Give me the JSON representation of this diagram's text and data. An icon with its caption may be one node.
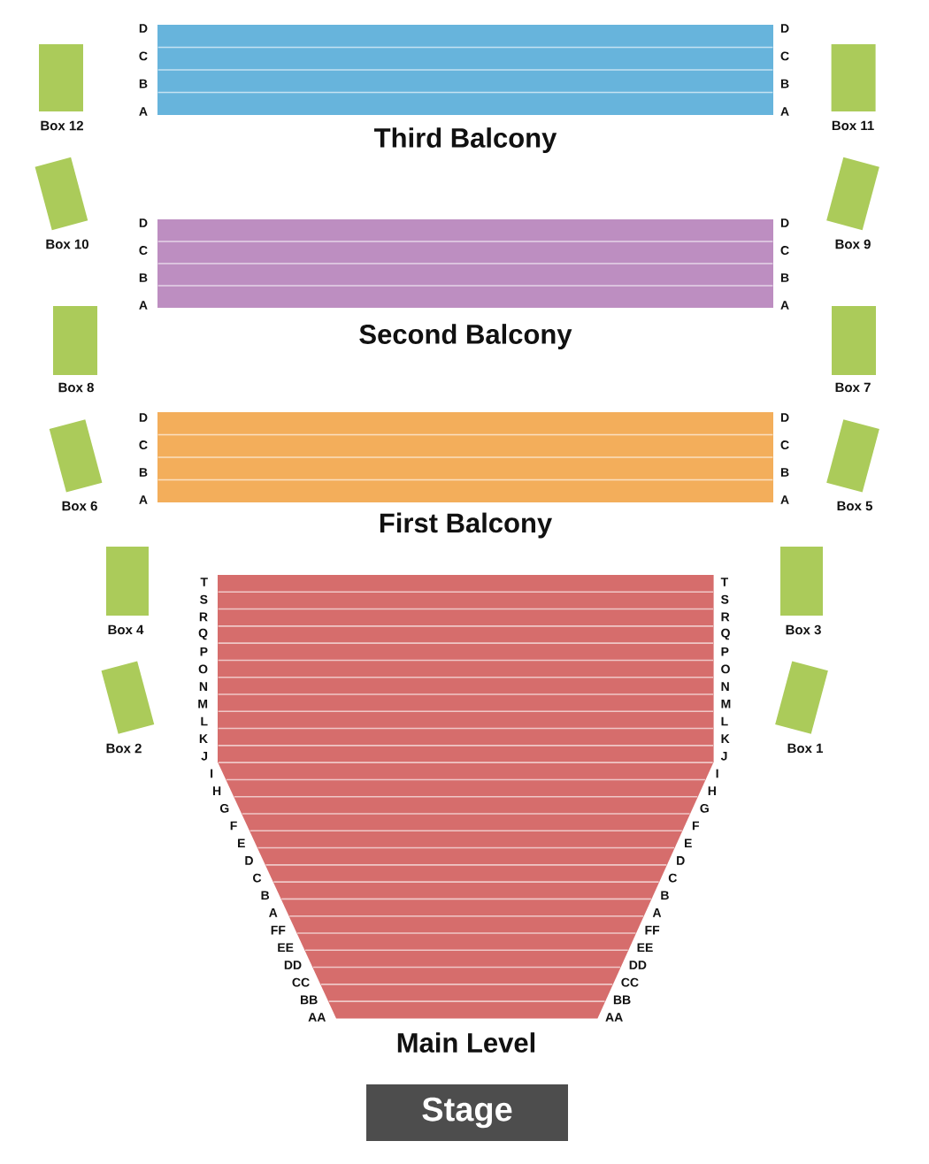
{
  "diagram": {
    "nodes": [
      {
        "text": [
          "Box 12"
        ]
      },
      {
        "text": [
          "Third Balcony"
        ],
        "beside": [
          "D",
          "C",
          "B",
          "A",
          "D",
          "C",
          "B",
          "A"
        ]
      },
      {
        "text": [
          "Box 11"
        ]
      },
      {
        "text": [
          "Box 10"
        ]
      },
      {
        "text": [
          "Box 9"
        ]
      },
      {
        "text": [
          "Second Balcony"
        ],
        "beside": [
          "D",
          "C",
          "B",
          "A",
          "D",
          "C",
          "B",
          "A"
        ]
      },
      {
        "text": [
          "Box 8"
        ]
      },
      {
        "text": [
          "Box 7"
        ]
      },
      {
        "text": [
          "Box 6"
        ]
      },
      {
        "text": [
          "First Balcony"
        ],
        "beside": [
          "D",
          "C",
          "B",
          "A",
          "D",
          "C",
          "B",
          "A"
        ]
      },
      {
        "text": [
          "Box 5"
        ]
      },
      {
        "text": [
          "Box 4"
        ]
      },
      {
        "text": [
          "Main Level"
        ],
        "beside": [
          "T",
          "S",
          "R",
          "Q",
          "P",
          "O",
          "N",
          "M",
          "L",
          "K",
          "J",
          "I",
          "H",
          "G",
          "F",
          "E",
          "D",
          "C",
          "B",
          "A",
          "FF",
          "EE",
          "DD",
          "CC",
          "BB",
          "AA",
          "T",
          "S",
          "R",
          "Q",
          "P",
          "O",
          "N",
          "M",
          "L",
          "K",
          "J",
          "I",
          "H",
          "G",
          "F",
          "E",
          "D",
          "C",
          "B",
          "A",
          "FF",
          "EE",
          "DD",
          "CC",
          "BB",
          "AA"
        ]
      },
      {
        "text": [
          "Box 3"
        ]
      },
      {
        "text": [
          "Box 2"
        ]
      },
      {
        "text": [
          "Box 1"
        ]
      },
      {
        "text": [
          "Stage"
        ]
      }
    ]
  }
}
